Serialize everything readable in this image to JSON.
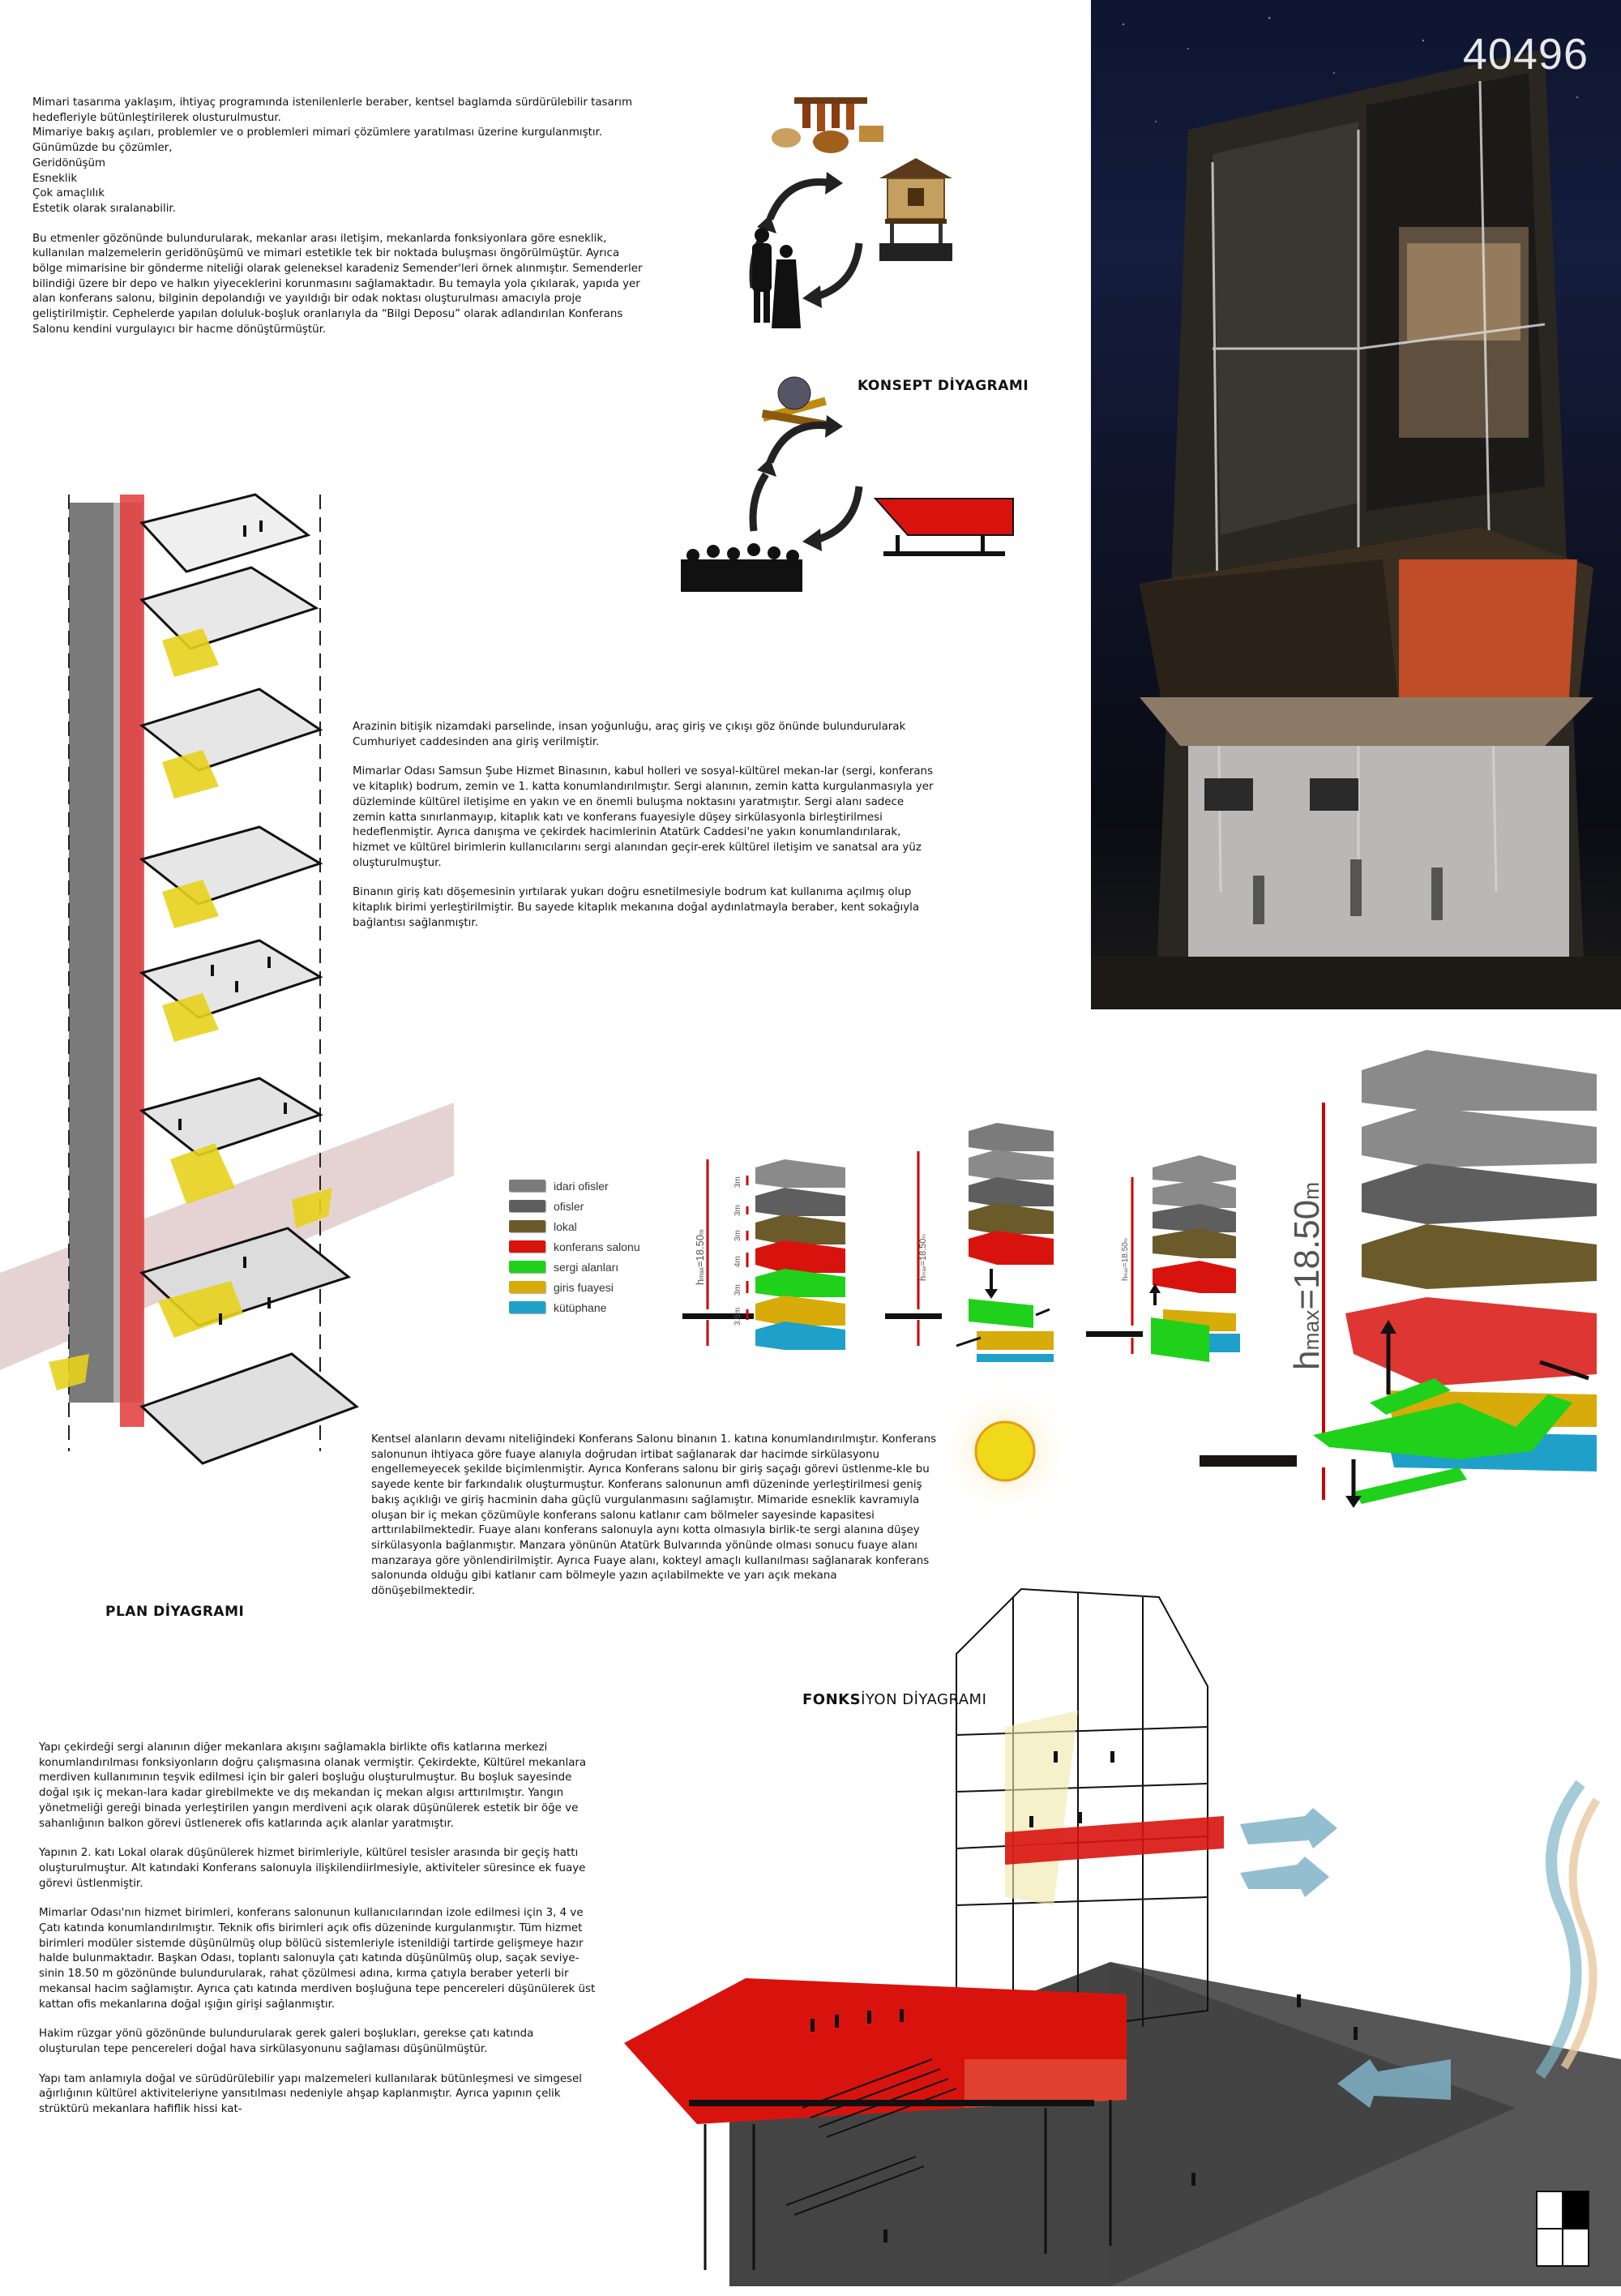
{
  "project_number": "40496",
  "headings": {
    "concept": "KONSEPT DİYAGRAMI",
    "plan": "PLAN DİYAGRAMI",
    "function_bold": "FONKS",
    "function_light": "İYON DİYAGRAMI"
  },
  "intro": {
    "paragraphs": [
      "Mimari tasarıma yaklaşım, ihtiyaç programında istenilenlerle beraber, kentsel baglamda sürdürülebilir tasarım hedefleriyle bütünleştirilerek olusturulmustur.\nMimariye bakış açıları, problemler ve o problemleri mimari çözümlere yaratılması üzerine kurgulanmıştır. Günümüzde bu çözümler,\nGeridönüşüm\nEsneklik\nÇok amaçlılık\nEstetik olarak sıralanabilir.",
      "Bu etmenler gözönünde bulundurularak, mekanlar arası iletişim, mekanlarda fonksiyonlara göre esneklik, kullanılan malzemelerin geridönüşümü ve mimari estetikle tek bir noktada buluşması öngörülmüştür. Ayrıca bölge mimarisine bir gönderme niteliği olarak geleneksel karadeniz Semender'leri örnek alınmıştır. Semenderler bilindiği üzere bir depo ve halkın yiyeceklerini korunmasını sağlamaktadır. Bu temayla yola çıkılarak, yapıda yer alan konferans salonu, bilginin depolandığı ve yayıldığı bir odak noktası oluşturulması amacıyla proje geliştirilmiştir. Cephelerde yapılan doluluk-boşluk oranlarıyla da “Bilgi Deposu” olarak adlandırılan Konferans Salonu kendini vurgulayıcı bir hacme dönüştürmüştür."
    ]
  },
  "site": {
    "paragraphs": [
      "Arazinin bitişik nizamdaki parselinde, insan yoğunluğu, araç giriş ve çıkışı göz önünde bulundurularak Cumhuriyet caddesinden ana giriş verilmiştir.",
      "Mimarlar Odası Samsun Şube Hizmet Binasının, kabul holleri ve sosyal-kültürel mekan-lar (sergi, konferans ve kitaplık) bodrum, zemin ve 1. katta konumlandırılmıştır. Sergi alanının, zemin katta kurgulanmasıyla yer düzleminde kültürel iletişime en yakın ve en önemli buluşma noktasını yaratmıştır. Sergi alanı sadece zemin katta sınırlanmayıp, kitaplık katı ve konferans fuayesiyle düşey sirkülasyonla birleştirilmesi hedeflenmiştir. Ayrıca danışma ve çekirdek hacimlerinin Atatürk Caddesi'ne yakın konumlandırılarak, hizmet ve kültürel birimlerin kullanıcılarını sergi alanından geçir-erek kültürel iletişim ve sanatsal ara yüz oluşturulmuştur.",
      "Binanın giriş katı döşemesinin yırtılarak yukarı doğru esnetilmesiyle bodrum kat kullanıma açılmış olup kitaplık birimi yerleştirilmiştir. Bu sayede kitaplık mekanına doğal aydınlatmayla beraber, kent sokağıyla bağlantısı sağlanmıştır."
    ]
  },
  "conference": {
    "paragraphs": [
      "Kentsel alanların devamı niteliğindeki Konferans Salonu binanın 1. katına konumlandırılmıştır. Konferans salonunun ihtiyaca göre fuaye alanıyla doğrudan irtibat sağlanarak dar hacimde sirkülasyonu engellemeyecek şekilde biçimlenmiştir. Ayrıca Konferans salonu bir giriş saçağı görevi üstlenme-kle bu sayede kente bir farkındalık oluşturmuştur.  Konferans salonunun amfi düzeninde yerleştirilmesi geniş bakış açıklığı ve giriş hacminin daha güçlü vurgulanmasını sağlamıştır. Mimaride esneklik kavramıyla oluşan bir iç mekan çözümüyle konferans salonu katlanır cam bölmeler sayesinde kapasitesi arttırılabilmektedir. Fuaye alanı konferans salonuyla aynı kotta olmasıyla birlik-te sergi alanına düşey sirkülasyonla bağlanmıştır. Manzara yönünün Atatürk Bulvarında yönünde olması sonucu fuaye alanı manzaraya göre yönlendirilmiştir. Ayrıca Fuaye alanı, kokteyl amaçlı kullanılması sağlanarak konferans salonunda olduğu gibi katlanır cam bölmeyle yazın açılabilmekte ve yarı açık mekana dönüşebilmektedir."
    ]
  },
  "core": {
    "paragraphs": [
      "Yapı çekirdeği sergi alanının diğer mekanlara akışını sağlamakla birlikte ofis katlarına merkezi konumlandırılması fonksiyonların doğru çalışmasına olanak vermiştir. Çekirdekte,  Kültürel mekanlara merdiven kullanımının teşvik edilmesi için bir galeri boşluğu oluşturulmuştur. Bu boşluk sayesinde doğal ışık iç mekan-lara kadar girebilmekte ve dış mekandan iç mekan algısı arttırılmıştır. Yangın yönetmeliği gereği binada yerleştirilen yangın merdiveni açık olarak düşünülerek estetik bir öğe ve sahanlığının balkon görevi üstlenerek ofis katlarında açık alanlar yaratmıştır.",
      "Yapının 2. katı Lokal olarak düşünülerek hizmet birimleriyle, kültürel tesisler arasında bir geçiş hattı oluşturulmuştur. Alt katındaki Konferans salonuyla ilişkilendiirlmesiyle, aktiviteler süresince ek fuaye görevi üstlenmiştir.",
      "Mimarlar Odası'nın hizmet birimleri, konferans salonunun kullanıcılarından izole edilmesi için 3, 4 ve Çatı katında konumlandırılmıştır. Teknik ofis birimleri açık ofis düzeninde kurgulanmıştır. Tüm hizmet birimleri modüler sistemde düşünülmüş olup bölücü sistemleriyle istenildiği tartirde gelişmeye hazır halde bulunmaktadır. Başkan Odası, toplantı salonuyla çatı katında düşünülmüş olup, saçak seviye-sinin 18.50 m gözönünde bulundurularak, rahat çözülmesi adına, kırma çatıyla beraber yeterli bir mekansal hacim sağlamıştır. Ayrıca çatı katında merdiven boşluğuna tepe pencereleri düşünülerek üst kattan ofis mekanlarına doğal ışığın girişi sağlanmıştır.",
      "Hakim rüzgar yönü gözönünde bulundurularak gerek galeri boşlukları, gerekse çatı katında oluşturulan tepe pencereleri doğal hava sirkülasyonunu sağlaması düşünülmüştür.",
      "Yapı tam anlamıyla doğal ve sürüdürülebilir yapı malzemeleri kullanılarak bütünleşmesi ve simgesel ağırlığının kültürel aktiviteleriyne yansıtılması nedeniyle ahşap kaplanmıştır. Ayrıca yapının çelik strüktürü mekanlara hafiflik hissi kat-"
    ]
  },
  "legend": {
    "items": [
      {
        "label": "idari ofisler",
        "color": "#7b7b7b"
      },
      {
        "label": "ofisler",
        "color": "#5e5e5e"
      },
      {
        "label": "lokal",
        "color": "#6b5a2a"
      },
      {
        "label": "konferans salonu",
        "color": "#d8130e"
      },
      {
        "label": "sergi  alanları",
        "color": "#1fd11a"
      },
      {
        "label": "giris fuayesi",
        "color": "#d7ab0a"
      },
      {
        "label": "kütüphane",
        "color": "#1fa0c8"
      }
    ]
  },
  "massing": {
    "hmax_main": "h",
    "hmax_sub": "max",
    "hmax_value": "=18.50",
    "hmax_unit": "m",
    "floor_heights": [
      "3m",
      "3m",
      "3m",
      "4m",
      "3m",
      "3.5m"
    ]
  },
  "colors": {
    "accent_red": "#d8130e",
    "core_red": "#e23a3a",
    "yellow": "#e8d21c",
    "sun": "#f0d81a",
    "night_sky": "#101838"
  }
}
